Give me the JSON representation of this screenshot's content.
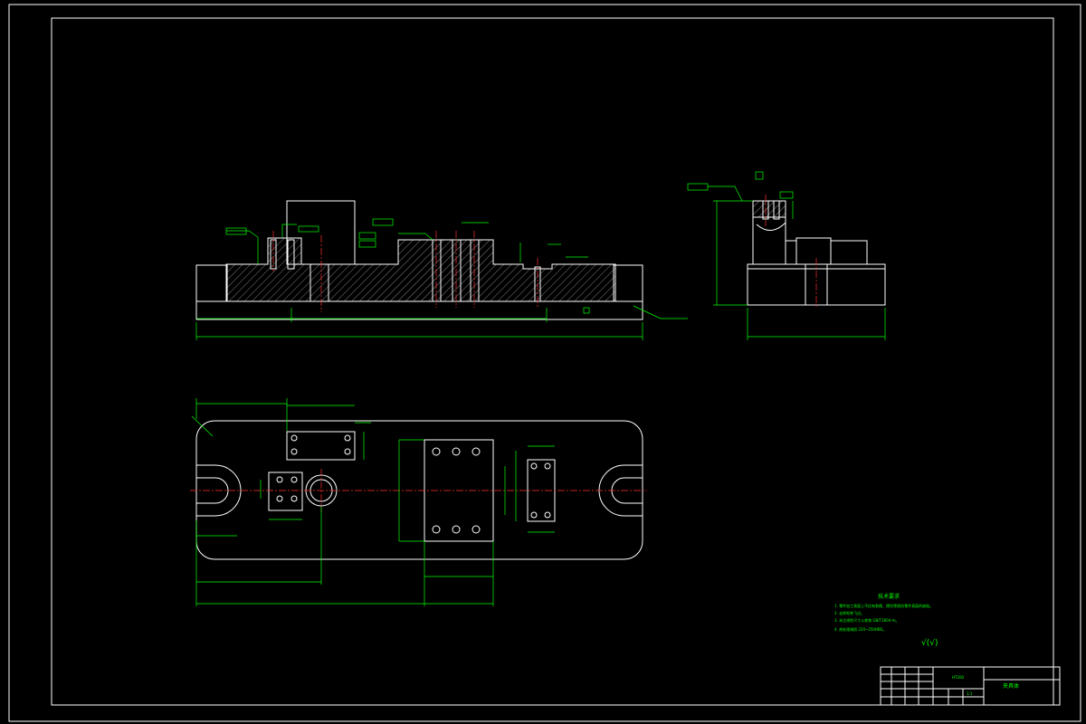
{
  "technical_notes": {
    "heading": "技术要求",
    "lines": [
      "1. 零件加工表面上不应有划痕、擦伤等损伤零件表面的缺陷。",
      "2. 去除毛刺飞边。",
      "3. 未注线性尺寸公差按 GB/T1804-m。",
      "4. 热处理调质 220~250HBS。"
    ],
    "roughness_symbol": "√(√)"
  },
  "title_block": {
    "drawing_name": "夹具体",
    "material": "HT200",
    "scale": "1:1"
  },
  "colors": {
    "background": "#000000",
    "outline": "#ffffff",
    "dimension": "#00ff00",
    "centerline": "#ff3030"
  }
}
